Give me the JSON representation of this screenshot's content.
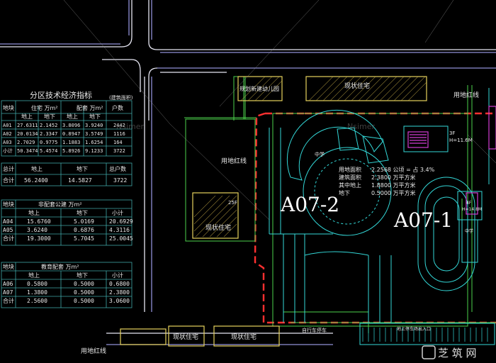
{
  "colors": {
    "background": "#000000",
    "road_white": "#e6e6f2",
    "road_violet": "#8f8fd6",
    "site_boundary": "#ff3030",
    "green": "#4cd24c",
    "cyan": "#33d7d7",
    "yellow": "#e6d15c",
    "magenta": "#d23cd2",
    "table_grid": "#3fa7a7"
  },
  "tables": {
    "table1": {
      "title": "分区技术经济指标",
      "note": "(建筑面积)",
      "head": [
        "地块",
        "住宅 万m²",
        "配套 万m²",
        "户数"
      ],
      "sub": [
        "地上",
        "地下",
        "地上",
        "地下"
      ],
      "rows": [
        [
          "A01",
          "27.6311",
          "2.1452",
          "3.8096",
          "3.9240",
          "2442"
        ],
        [
          "A02",
          "20.0134",
          "2.3347",
          "0.8947",
          "3.5749",
          "1116"
        ],
        [
          "A03",
          "2.7029",
          "0.9775",
          "1.1883",
          "1.6254",
          "164"
        ],
        [
          "小计",
          "50.3474",
          "5.4574",
          "5.8926",
          "9.1233",
          "3722"
        ]
      ]
    },
    "table2": {
      "head": [
        "总计",
        "地上",
        "地下",
        "总户数"
      ],
      "row": [
        "合计",
        "56.2400",
        "14.5827",
        "3722"
      ]
    },
    "table3": {
      "title": "非配套公建 万m²",
      "head": [
        "地块",
        "地上",
        "地下",
        "小计"
      ],
      "rows": [
        [
          "A04",
          "15.6760",
          "5.0169",
          "20.6929"
        ],
        [
          "A05",
          "3.6240",
          "0.6876",
          "4.3116"
        ],
        [
          "合计",
          "19.3000",
          "5.7045",
          "25.0045"
        ]
      ]
    },
    "table4": {
      "title": "教育配套 万m²",
      "head": [
        "地块",
        "地上",
        "地下",
        "小计"
      ],
      "rows": [
        [
          "A06",
          "0.5800",
          "0.5000",
          "0.6800"
        ],
        [
          "A07",
          "1.3800",
          "0.5000",
          "2.3800"
        ],
        [
          "合计",
          "2.5600",
          "0.5000",
          "3.0600"
        ]
      ]
    }
  },
  "plan": {
    "label_a07_2": "A07-2",
    "label_a07_1": "A07-1",
    "boundary_left": "用地红线",
    "boundary_right": "用地红线",
    "boundary_bottom": "用地红线",
    "top_building": "现状住宅",
    "kindergarten": "规划新建幼儿园",
    "existing_res_left": "现状住宅",
    "existing_res_bottom1": "现状住宅",
    "existing_res_bottom2": "现状住宅",
    "storeys_left": "25F",
    "school_small": "中学",
    "right_bldg_1": "3F",
    "right_bldg_2": "H=11.6M",
    "right_bldg_3": "4F",
    "right_bldg_4": "H=14.8M",
    "right_bldg_5": "中学",
    "stats": [
      [
        "用地面积",
        "2.2568 公顷 = 占 3.4%"
      ],
      [
        "建筑面积",
        "2.3800 万平方米"
      ],
      [
        "其中地上",
        "1.8800 万平方米"
      ],
      [
        "地下",
        "0.5000 万平方米"
      ]
    ],
    "parking_label": "自行车停车",
    "bottom_strip_label": "地上停车场出入口",
    "watermark": "Nsimer",
    "logo_text": "芝 筑 网"
  }
}
